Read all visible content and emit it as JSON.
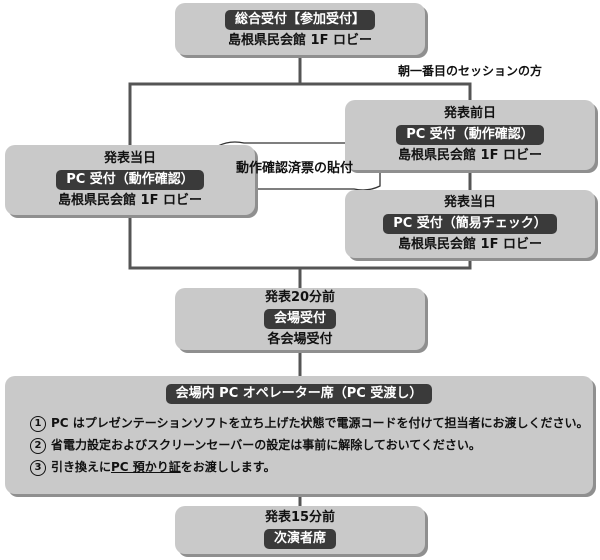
{
  "general_reception": {
    "pill": "総合受付【参加受付】",
    "location": "島根県民会館 1F ロビー"
  },
  "first_session_note": "朝一番目のセッションの方",
  "day_before": {
    "timing": "発表前日",
    "pill": "PC 受付（動作確認）",
    "location": "島根県民会館 1F ロビー"
  },
  "same_day_left": {
    "timing": "発表当日",
    "pill": "PC 受付（動作確認）",
    "location": "島根県民会館 1F ロビー"
  },
  "same_day_right": {
    "timing": "発表当日",
    "pill": "PC 受付（簡易チェック）",
    "location": "島根県民会館 1F ロビー"
  },
  "sticker_label": "動作確認済票の貼付",
  "venue_reception": {
    "timing": "発表20分前",
    "pill": "会場受付",
    "location": "各会場受付"
  },
  "operator": {
    "pill": "会場内 PC オペレーター席（PC 受渡し）",
    "instructions": [
      {
        "num": "1",
        "text": "PC はプレゼンテーションソフトを立ち上げた状態で電源コードを付けて担当者にお渡しください。"
      },
      {
        "num": "2",
        "text": "省電力設定およびスクリーンセーバーの設定は事前に解除しておいてください。"
      },
      {
        "num": "3",
        "pre": "引き換えに",
        "underline": "PC 預かり証",
        "post": "をお渡しします。"
      }
    ]
  },
  "next_speaker": {
    "timing": "発表15分前",
    "pill": "次演者席"
  }
}
